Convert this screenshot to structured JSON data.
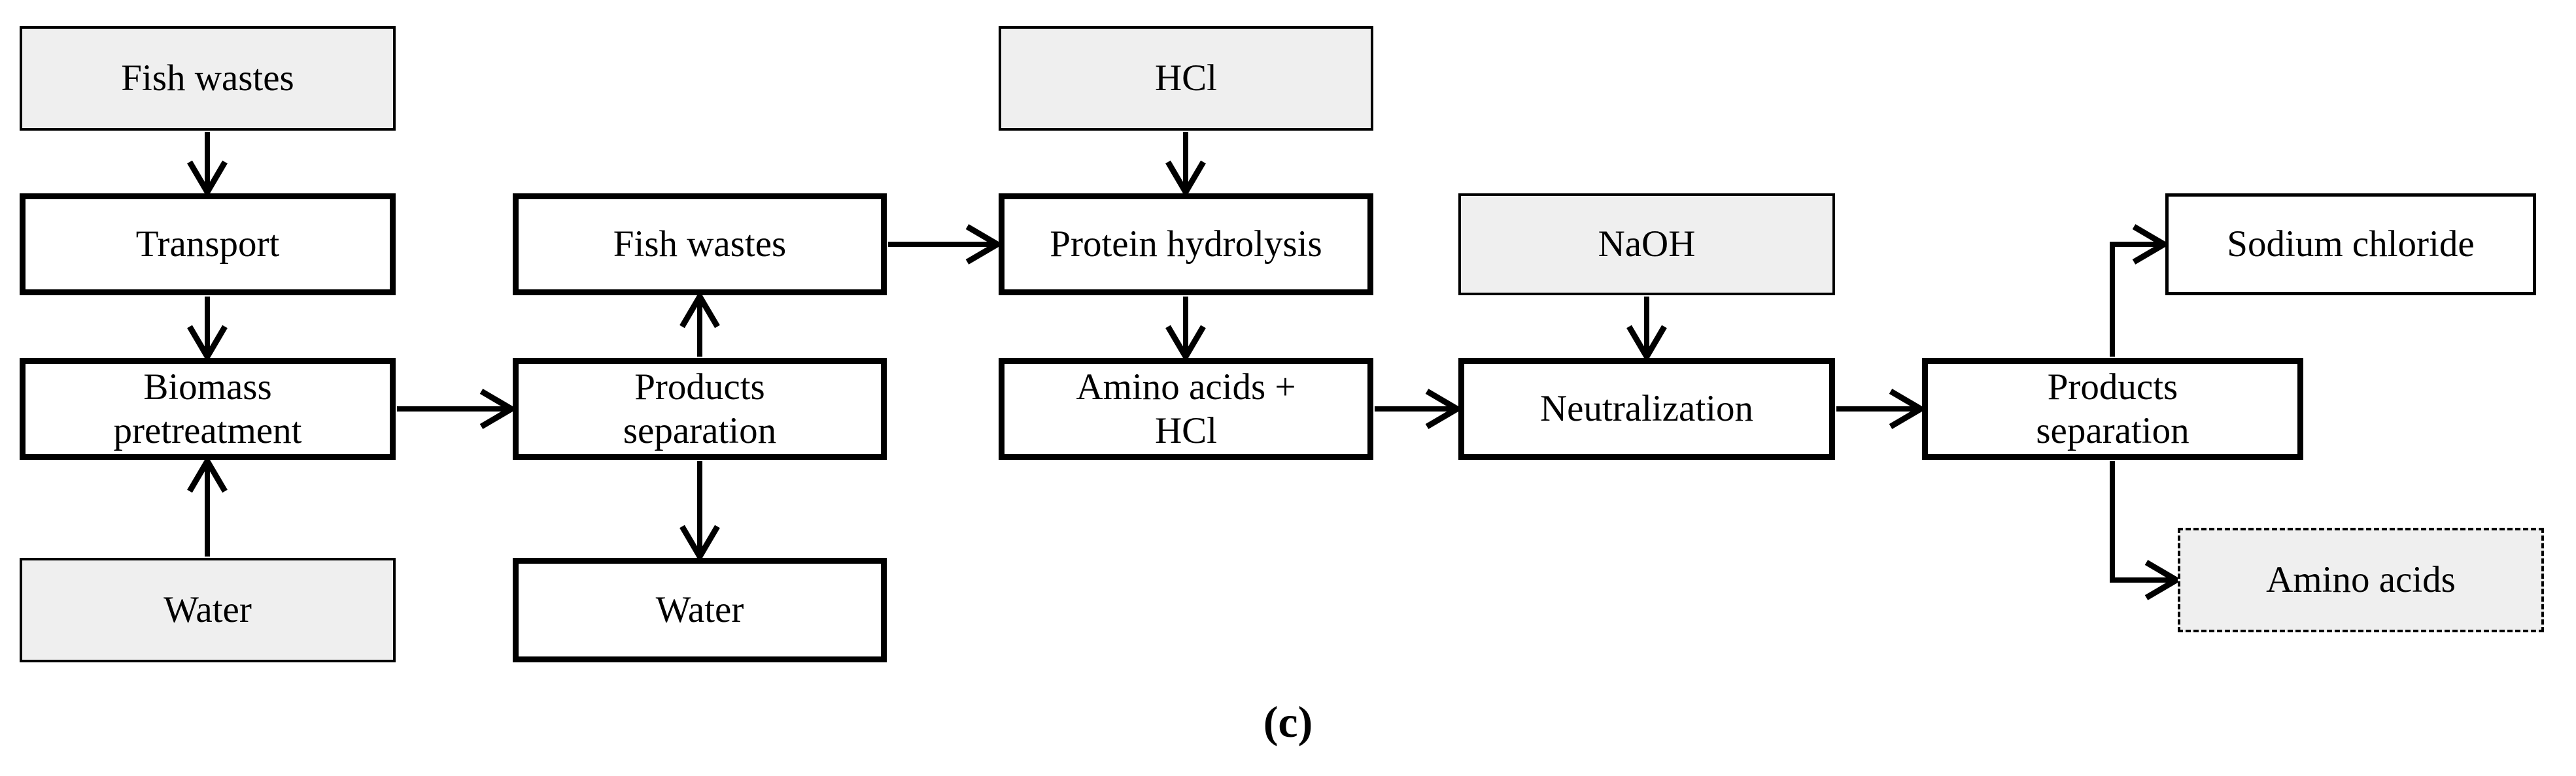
{
  "figure": {
    "caption": "(c)",
    "panel": "c",
    "type": "process-flow-diagram",
    "colors": {
      "input_box_fill": "#efefef",
      "process_box_fill": "#ffffff",
      "line_stroke": "#000000",
      "text": "#000000",
      "background": "#ffffff"
    },
    "nodes": {
      "fish_wastes_1": {
        "label": "Fish wastes",
        "kind": "input"
      },
      "transport": {
        "label": "Transport",
        "kind": "process"
      },
      "biomass_pretreatment": {
        "label": "Biomass\npretreatment",
        "kind": "process"
      },
      "water_in": {
        "label": "Water",
        "kind": "input"
      },
      "fish_wastes_2": {
        "label": "Fish wastes",
        "kind": "process"
      },
      "products_separation_1": {
        "label": "Products\nseparation",
        "kind": "process"
      },
      "water_out": {
        "label": "Water",
        "kind": "process"
      },
      "hcl_in": {
        "label": "HCl",
        "kind": "input"
      },
      "protein_hydrolysis": {
        "label": "Protein hydrolysis",
        "kind": "process"
      },
      "amino_acids_hcl": {
        "label": "Amino acids +\nHCl",
        "kind": "process"
      },
      "naoh_in": {
        "label": "NaOH",
        "kind": "input"
      },
      "neutralization": {
        "label": "Neutralization",
        "kind": "process"
      },
      "products_separation_2": {
        "label": "Products\nseparation",
        "kind": "process"
      },
      "sodium_chloride": {
        "label": "Sodium chloride",
        "kind": "output"
      },
      "amino_acids_out": {
        "label": "Amino acids",
        "kind": "output"
      }
    },
    "edges": [
      {
        "from": "fish_wastes_1",
        "to": "transport"
      },
      {
        "from": "transport",
        "to": "biomass_pretreatment"
      },
      {
        "from": "water_in",
        "to": "biomass_pretreatment"
      },
      {
        "from": "biomass_pretreatment",
        "to": "products_separation_1"
      },
      {
        "from": "products_separation_1",
        "to": "fish_wastes_2"
      },
      {
        "from": "products_separation_1",
        "to": "water_out"
      },
      {
        "from": "fish_wastes_2",
        "to": "protein_hydrolysis"
      },
      {
        "from": "hcl_in",
        "to": "protein_hydrolysis"
      },
      {
        "from": "protein_hydrolysis",
        "to": "amino_acids_hcl"
      },
      {
        "from": "amino_acids_hcl",
        "to": "neutralization"
      },
      {
        "from": "naoh_in",
        "to": "neutralization"
      },
      {
        "from": "neutralization",
        "to": "products_separation_2"
      },
      {
        "from": "products_separation_2",
        "to": "sodium_chloride"
      },
      {
        "from": "products_separation_2",
        "to": "amino_acids_out"
      }
    ]
  }
}
